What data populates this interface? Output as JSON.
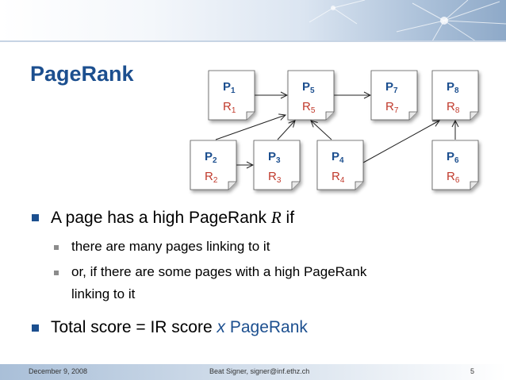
{
  "title": "PageRank",
  "pages": [
    {
      "id": "p1",
      "p": "P",
      "r": "R",
      "sub": "1"
    },
    {
      "id": "p5",
      "p": "P",
      "r": "R",
      "sub": "5"
    },
    {
      "id": "p7",
      "p": "P",
      "r": "R",
      "sub": "7"
    },
    {
      "id": "p8",
      "p": "P",
      "r": "R",
      "sub": "8"
    },
    {
      "id": "p2",
      "p": "P",
      "r": "R",
      "sub": "2"
    },
    {
      "id": "p3",
      "p": "P",
      "r": "R",
      "sub": "3"
    },
    {
      "id": "p4",
      "p": "P",
      "r": "R",
      "sub": "4"
    },
    {
      "id": "p6",
      "p": "P",
      "r": "R",
      "sub": "6"
    }
  ],
  "links": [
    [
      "p1",
      "p5"
    ],
    [
      "p5",
      "p7"
    ],
    [
      "p2",
      "p5"
    ],
    [
      "p3",
      "p5"
    ],
    [
      "p4",
      "p5"
    ],
    [
      "p2",
      "p3"
    ],
    [
      "p4",
      "p8"
    ],
    [
      "p6",
      "p8"
    ]
  ],
  "colors": {
    "title": "#1c4f8f",
    "node_p": "#1c4f8f",
    "node_r": "#c0392b"
  },
  "bullets": {
    "b1_text": "A page has a high PageRank",
    "b1_var": "R",
    "b1_tail": " if",
    "s1": "there are many pages linking to it",
    "s2_line1": "or, if there are some pages with a high PageRank",
    "s2_line2": "linking to it",
    "b2_text": "Total score = IR score",
    "b2_x": "x",
    "b2_tail": " PageRank"
  },
  "footer": {
    "date": "December 9, 2008",
    "author": "Beat Signer, signer@inf.ethz.ch",
    "page": "5"
  }
}
